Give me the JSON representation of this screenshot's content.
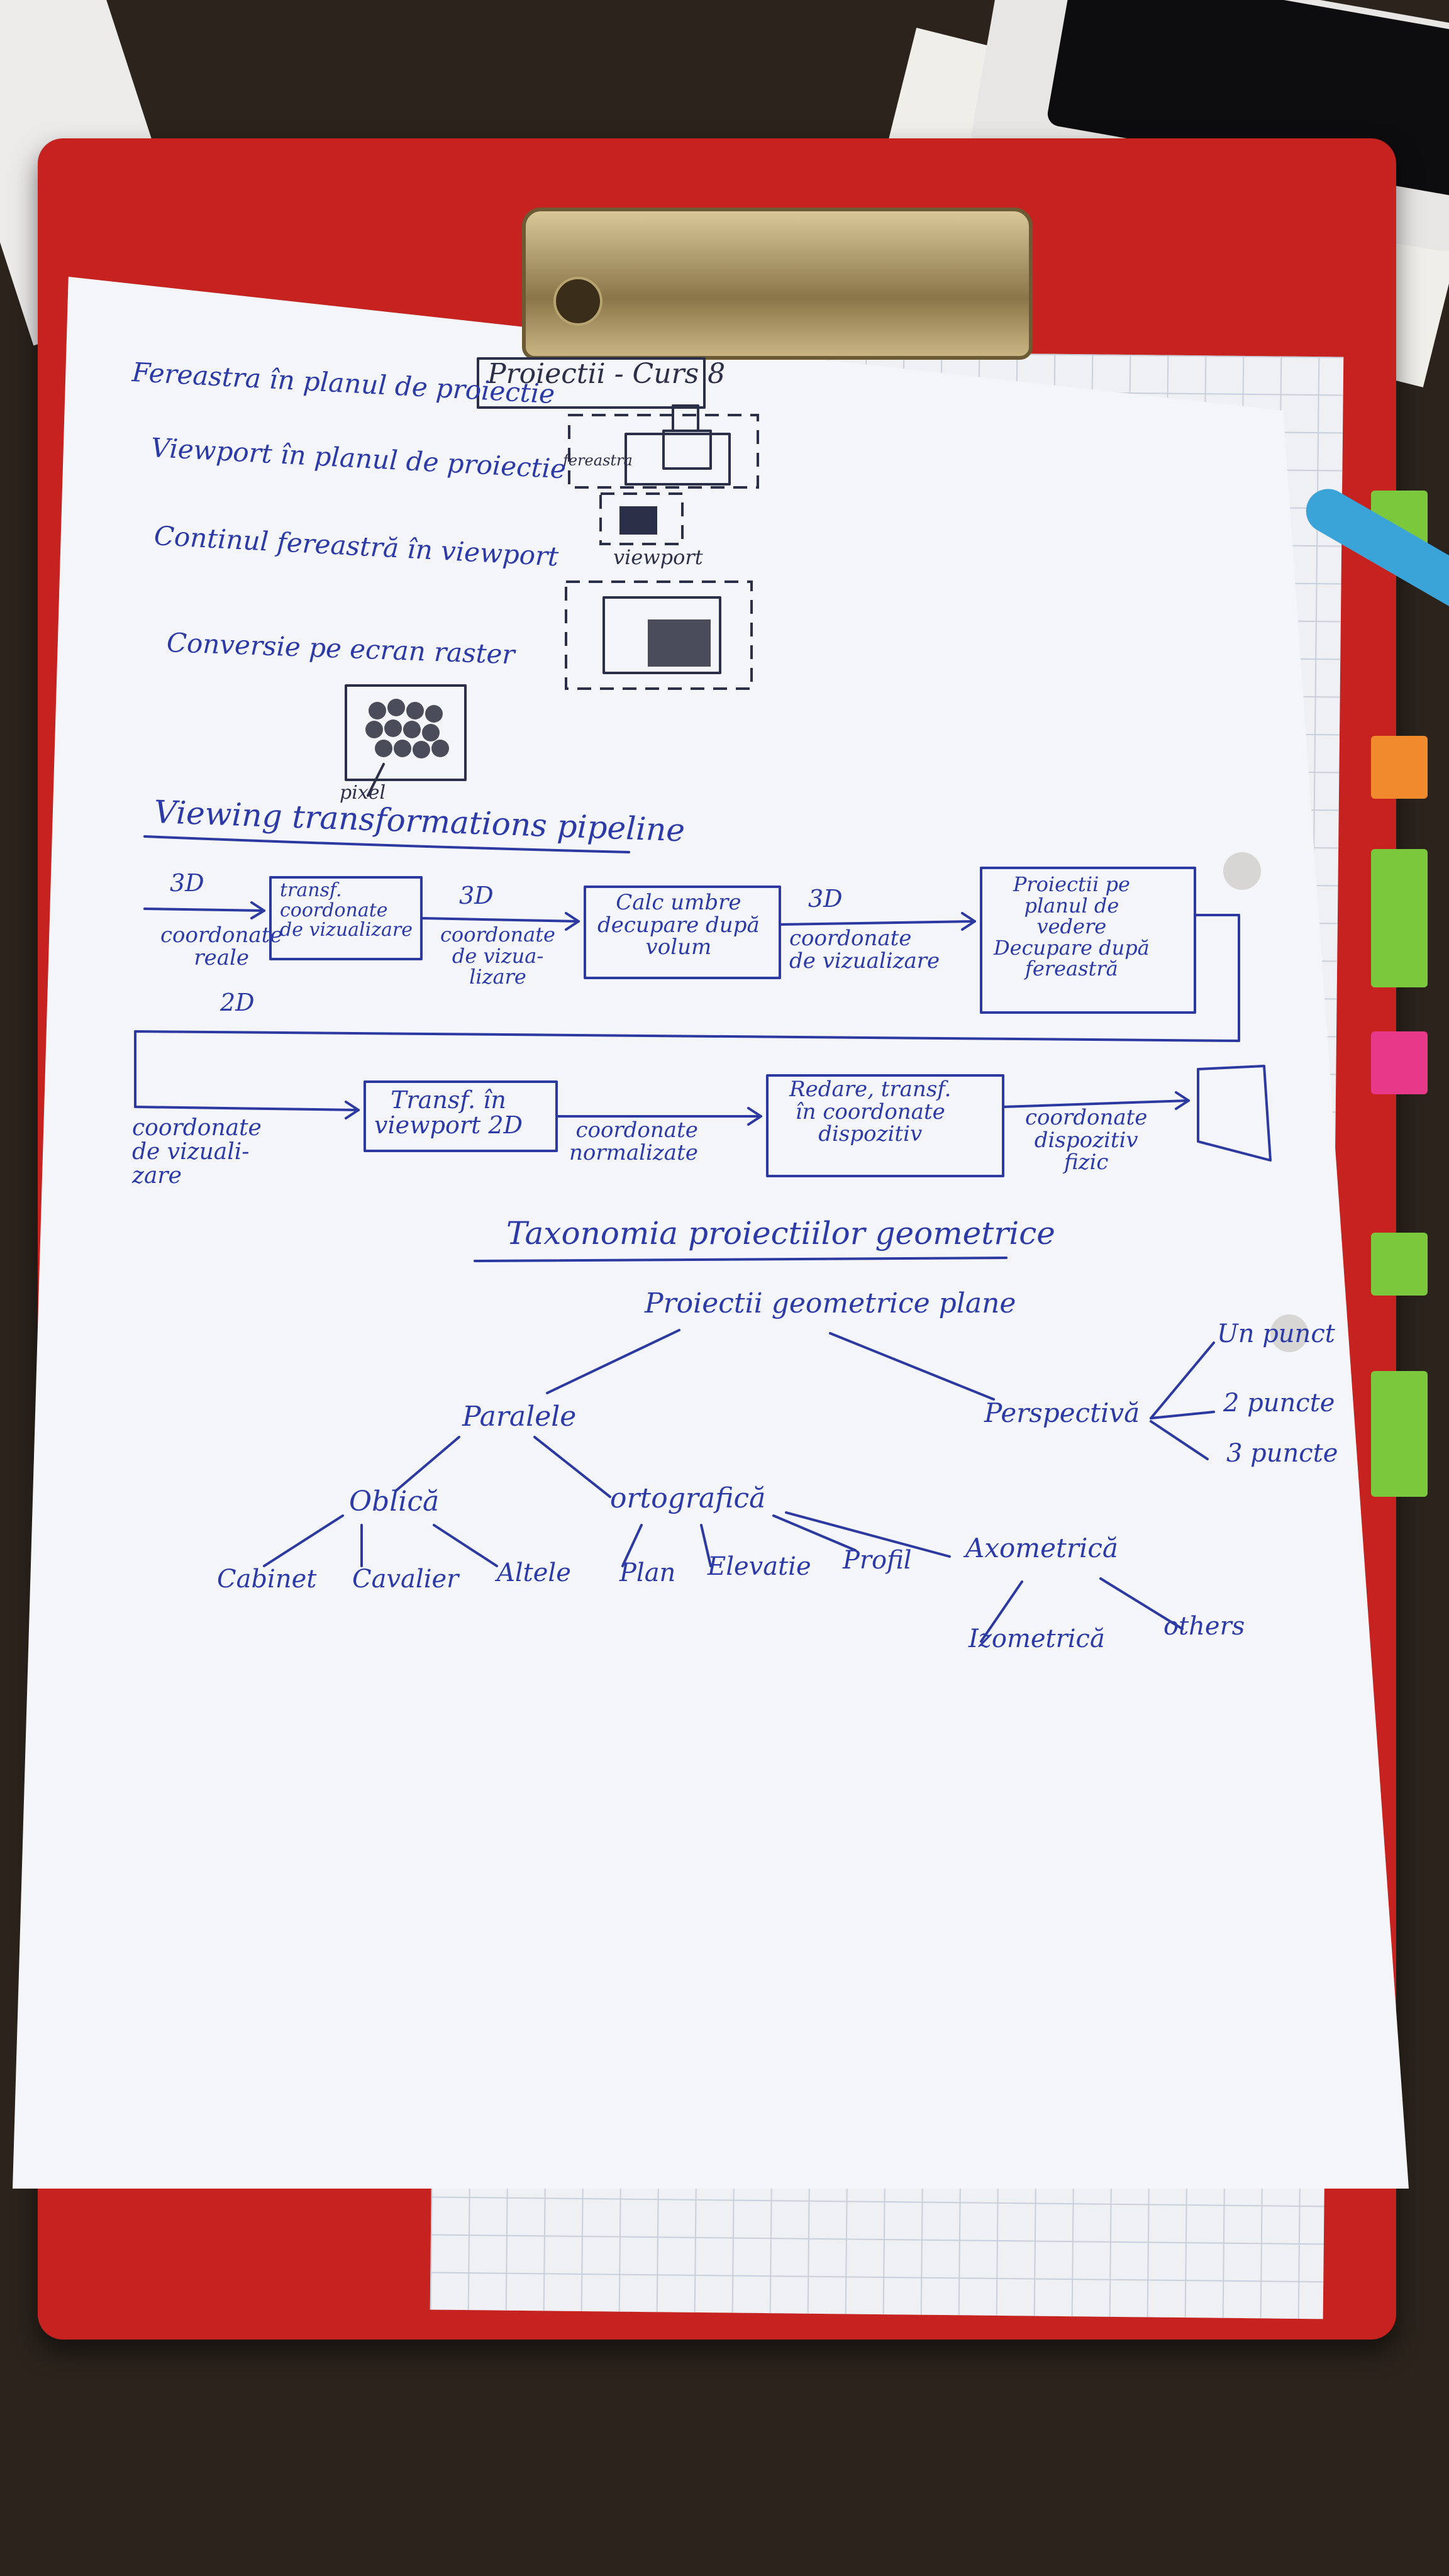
{
  "title": "Proiectii - Curs 8",
  "intro": {
    "line1": "Fereastra în planul de proiectie",
    "fereastra_label": "fereastra",
    "line2": "Viewport în planul de proiectie",
    "line3": "Continul fereastră în viewport",
    "viewport_label": "viewport",
    "line4": "Conversie pe ecran raster",
    "pixel_label": "pixel"
  },
  "pipeline": {
    "heading": "Viewing transformations pipeline",
    "label_3d_a": "3D",
    "coord_reale": "coordonate\nreale",
    "box1": "transf.\ncoordonate\nde vizualizare",
    "label_3d_b": "3D",
    "coord_viz1": "coordonate\nde vizua-\nlizare",
    "box2": "Calc umbre\ndecupare după\nvolum",
    "label_3d_c": "3D",
    "coord_viz2": "coordonate\nde vizualizare",
    "box3": "Proiectii pe\nplanul de\nvedere\nDecupare după\nfereastră",
    "label_2d": "2D",
    "coord_viz3": "coordonate\nde vizuali-\nzare",
    "box4": "Transf. în\nviewport 2D",
    "coord_norm": "coordonate\nnormalizate",
    "box5": "Redare, transf.\nîn coordonate\ndispozitiv",
    "coord_disp": "coordonate\ndispozitiv\nfizic"
  },
  "taxonomy": {
    "heading": "Taxonomia proiectiilor geometrice",
    "root": "Proiectii geometrice plane",
    "paralele": "Paralele",
    "perspectiva": "Perspectivă",
    "un_punct": "Un punct",
    "doua_puncte": "2 puncte",
    "trei_puncte": "3 puncte",
    "oblica": "Oblică",
    "ortografica": "ortografică",
    "cabinet": "Cabinet",
    "cavalier": "Cavalier",
    "altele": "Altele",
    "plan": "Plan",
    "elevatie": "Elevatie",
    "profil": "Profil",
    "axometrica": "Axometrică",
    "izometrica": "Izometrică",
    "others": "others"
  },
  "colors": {
    "ink": "#2c39a0",
    "paper": "#f4f5f8",
    "clipboard": "#c62220",
    "desk": "#2b231c"
  }
}
